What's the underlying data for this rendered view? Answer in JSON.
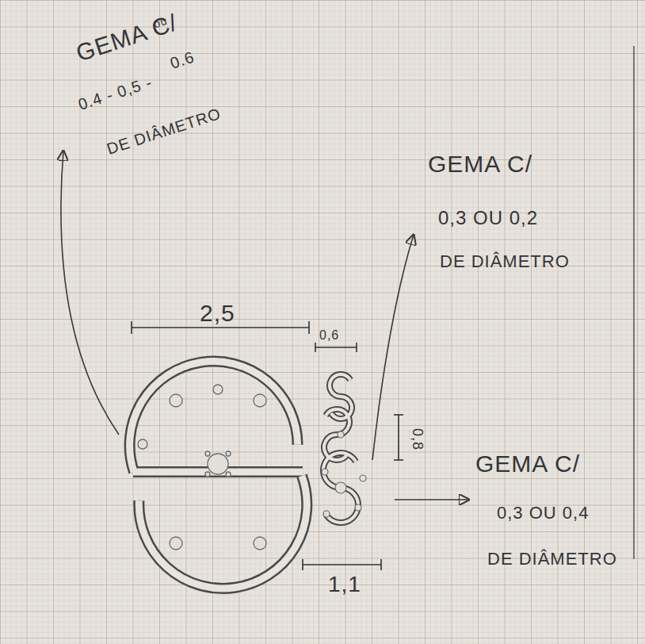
{
  "diagram": {
    "labels": [
      "GEMA C/",
      "ou",
      "0.4 - 0,5 -",
      "0.6",
      "DE DIÂMETRO",
      "GEMA C/",
      "0,3 OU 0,2",
      "DE DIÂMETRO",
      "GEMA C/",
      "0,3 OU 0,4",
      "DE DIÂMETRO",
      "2,5",
      "0,6",
      "0,8",
      "1,1"
    ]
  }
}
